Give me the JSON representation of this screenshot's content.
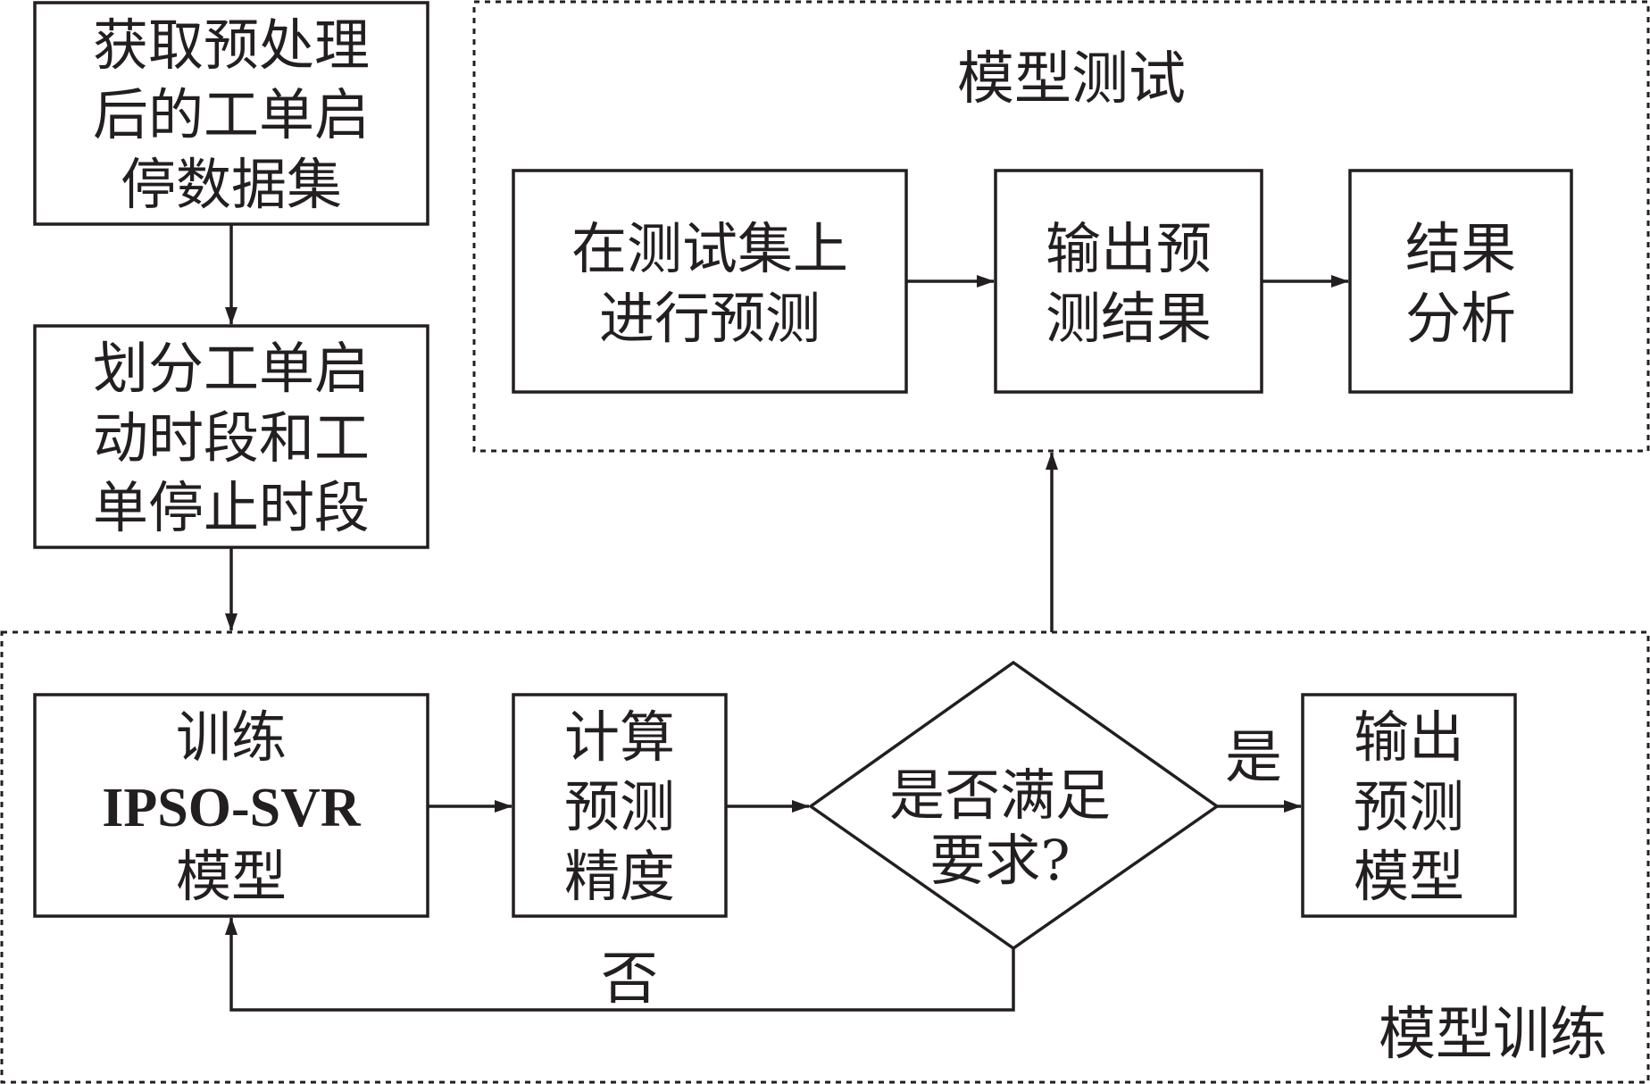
{
  "nodes": {
    "acquire": {
      "lines": [
        "获取预处理",
        "后的工单启",
        "停数据集"
      ]
    },
    "split": {
      "lines": [
        "划分工单启",
        "动时段和工",
        "单停止时段"
      ]
    },
    "train": {
      "lines": [
        "训练",
        "IPSO-SVR",
        "模型"
      ]
    },
    "accuracy": {
      "lines": [
        "计算",
        "预测",
        "精度"
      ]
    },
    "decision": {
      "lines": [
        "是否满足",
        "要求?"
      ]
    },
    "output_model": {
      "lines": [
        "输出",
        "预测",
        "模型"
      ]
    },
    "predict_test": {
      "lines": [
        "在测试集上",
        "进行预测"
      ]
    },
    "output_result": {
      "lines": [
        "输出预",
        "测结果"
      ]
    },
    "analysis": {
      "lines": [
        "结果",
        "分析"
      ]
    }
  },
  "groups": {
    "testing": {
      "title": "模型测试"
    },
    "training": {
      "title": "模型训练"
    }
  },
  "edge_labels": {
    "yes": "是",
    "no": "否"
  }
}
